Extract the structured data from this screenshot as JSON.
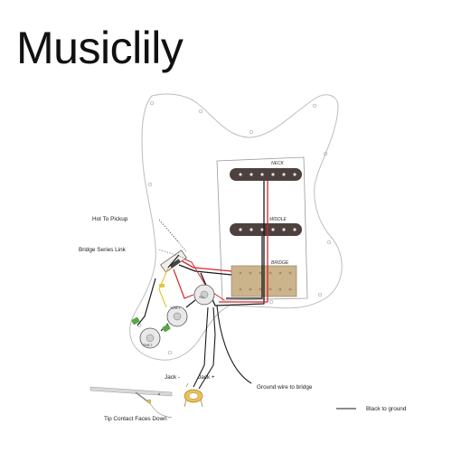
{
  "brand": {
    "name": "Musiclily"
  },
  "colors": {
    "pickguard": "#ffffff",
    "pickup_single": "#4d4140",
    "pickup_humbucker": "#cbb38c",
    "wire_red": "#d6262b",
    "wire_black": "#1a1a1a",
    "wire_green": "#5aa64b",
    "wire_yellow": "#e1c63a"
  },
  "pickups": {
    "neck": {
      "label": "NECK",
      "icon": "single-coil-pickup-icon"
    },
    "middle": {
      "label": "MIDDLE",
      "icon": "single-coil-pickup-icon"
    },
    "bridge": {
      "label": "BRIDGE",
      "icon": "humbucker-pickup-icon"
    }
  },
  "controls": {
    "volume": {
      "label": "VOL",
      "icon": "potentiometer-icon"
    },
    "tone1": {
      "label": "TONE 1",
      "icon": "potentiometer-icon"
    },
    "tone2": {
      "label": "TONE 2",
      "icon": "potentiometer-icon"
    },
    "switch": {
      "icon": "five-way-switch-icon"
    },
    "jack": {
      "icon": "output-jack-icon"
    }
  },
  "labels": {
    "hot_to_pickup": "Hot To Pickup",
    "bridge_series_link": "Bridge Series Link",
    "jack_minus": "Jack -",
    "jack_plus": "Jack +",
    "ground_wire": "Ground wire to bridge",
    "tip_contact": "Tip Contact Faces Down"
  },
  "legend": {
    "black_to_ground": "Black to ground"
  }
}
